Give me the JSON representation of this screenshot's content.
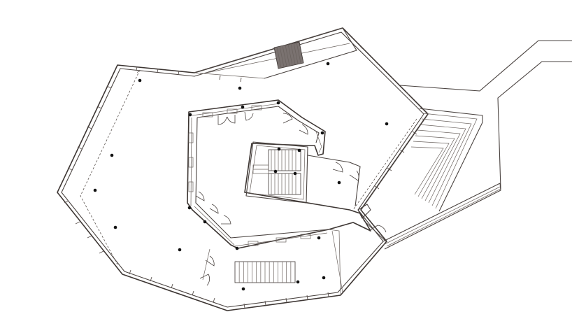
{
  "drawing": {
    "kind": "architectural floor plan",
    "line_color": "#4a4340",
    "column_color": "#111111",
    "background": "#ffffff",
    "icons": [
      "column-dot",
      "door-swing",
      "stair-flight"
    ]
  }
}
